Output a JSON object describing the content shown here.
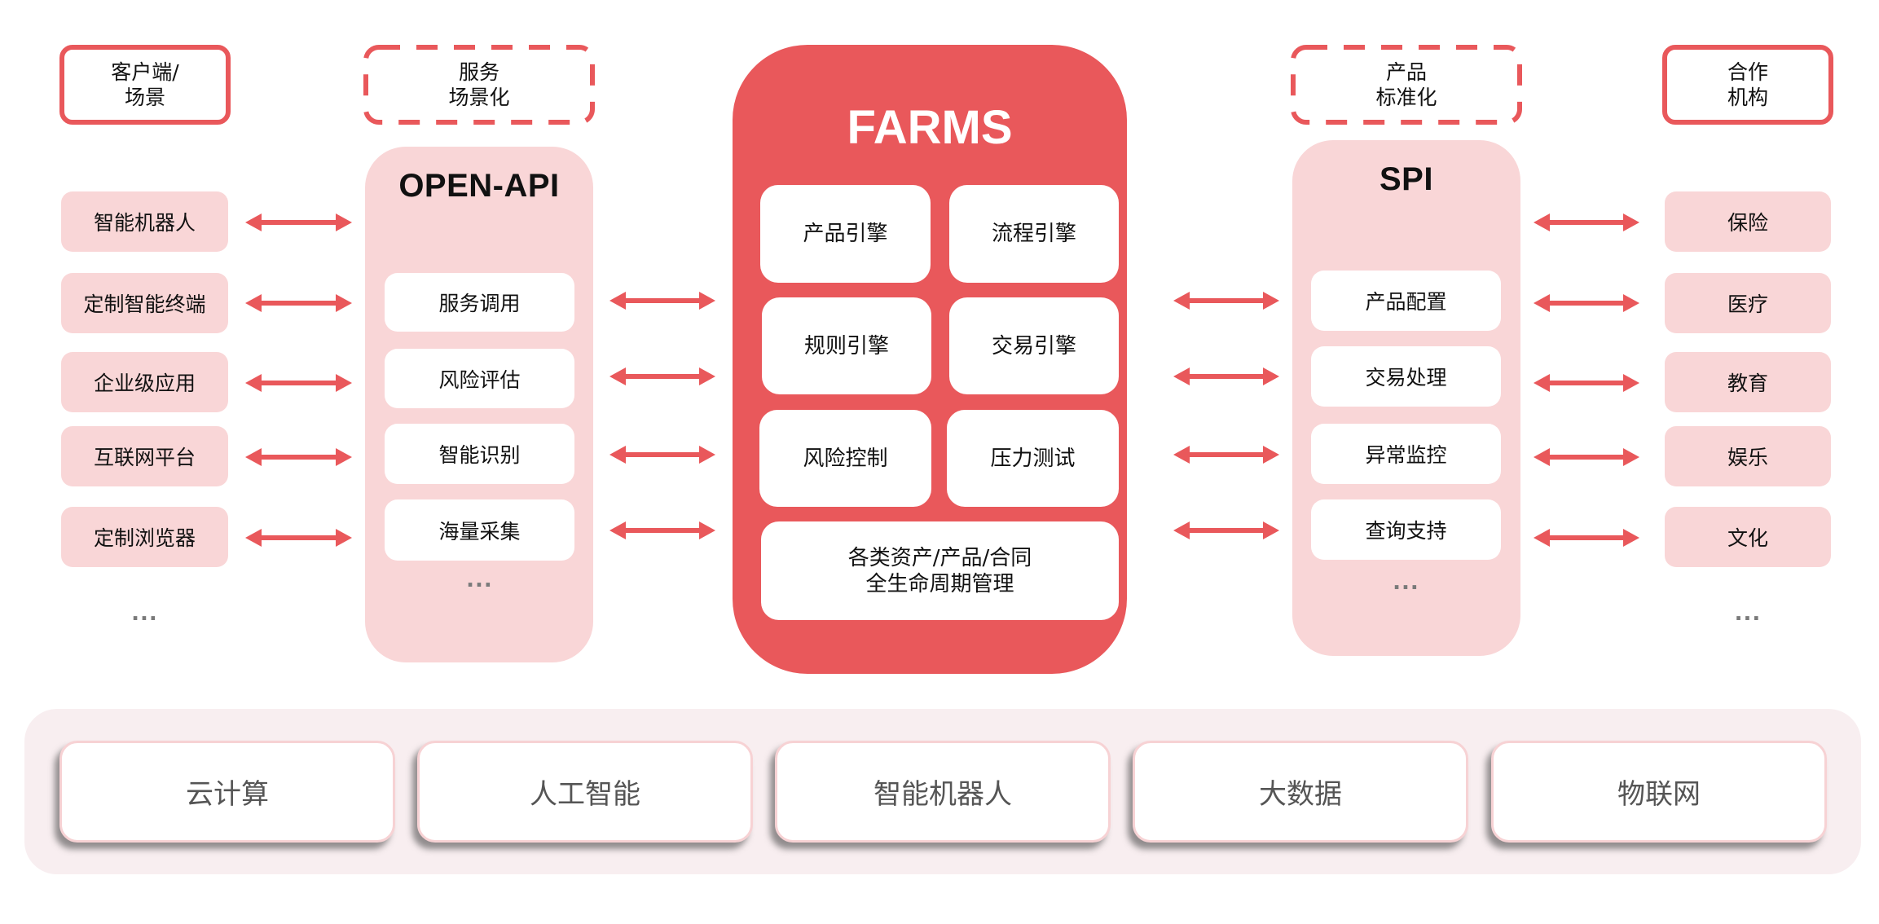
{
  "colors": {
    "accent": "#e9585b",
    "pink_fill": "#f9d6d7",
    "base_fill": "#f8eef0",
    "tech_border": "#f7d2d4"
  },
  "header_tags": {
    "client_scene": "客户端/\n场景",
    "service_scenario": "服务\n场景化",
    "product_standard": "产品\n标准化",
    "partner_institution": "合作\n机构"
  },
  "clients": {
    "items": [
      "智能机器人",
      "定制智能终端",
      "企业级应用",
      "互联网平台",
      "定制浏览器"
    ],
    "more": "..."
  },
  "open_api": {
    "title": "OPEN-API",
    "items": [
      "服务调用",
      "风险评估",
      "智能识别",
      "海量采集"
    ],
    "more": "..."
  },
  "farms": {
    "title": "FARMS",
    "engines": [
      "产品引擎",
      "流程引擎",
      "规则引擎",
      "交易引擎",
      "风险控制",
      "压力测试"
    ],
    "lifecycle": "各类资产/产品/合同\n全生命周期管理"
  },
  "spi": {
    "title": "SPI",
    "items": [
      "产品配置",
      "交易处理",
      "异常监控",
      "查询支持"
    ],
    "more": "..."
  },
  "partners": {
    "items": [
      "保险",
      "医疗",
      "教育",
      "娱乐",
      "文化"
    ],
    "more": "..."
  },
  "technologies": [
    "云计算",
    "人工智能",
    "智能机器人",
    "大数据",
    "物联网"
  ],
  "icons": {
    "connector": "double-arrow-icon",
    "ellipsis": "ellipsis-icon"
  }
}
